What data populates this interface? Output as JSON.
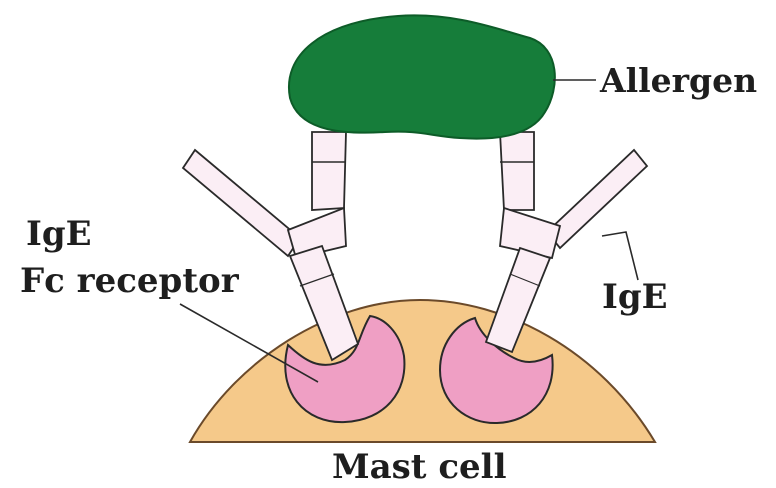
{
  "labels": {
    "allergen": "Allergen",
    "ige_left": "IgE",
    "fc_receptor": "Fc receptor",
    "ige_right": "IgE",
    "mast_cell": "Mast cell"
  },
  "colors": {
    "allergen_fill": "#167d3a",
    "mast_cell_fill": "#f5c98a",
    "receptor_fill": "#ef9fc4",
    "antibody_fill": "#fbeef5",
    "outline": "#2a2a2a"
  }
}
